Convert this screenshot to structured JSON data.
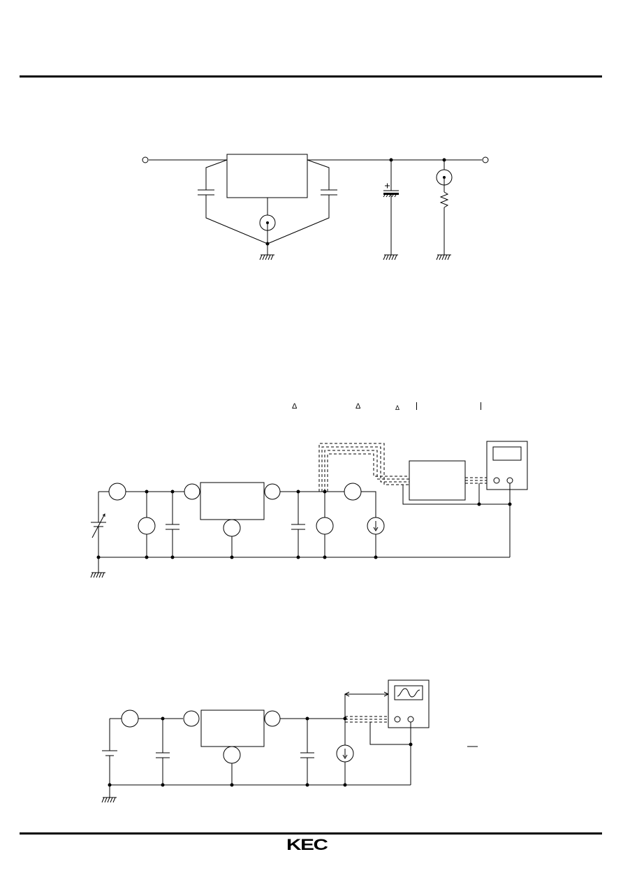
{
  "brand": {
    "logo_text": "KEC"
  },
  "symbols": {
    "delta": "Δ"
  },
  "figures": [
    {
      "id": "fig-1",
      "kind": "test-circuit"
    },
    {
      "id": "fig-2",
      "kind": "ripple-rejection-test-circuit"
    },
    {
      "id": "fig-3",
      "kind": "output-response-test-circuit"
    }
  ]
}
